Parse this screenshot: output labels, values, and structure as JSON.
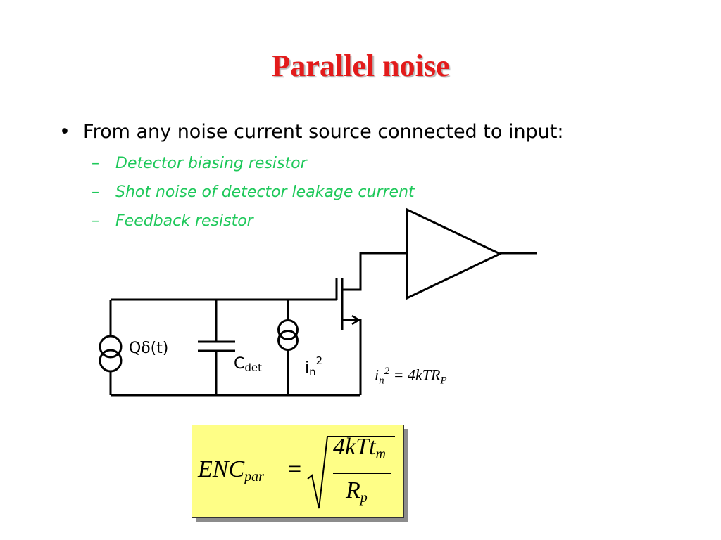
{
  "slide": {
    "title": "Parallel noise",
    "bullet": {
      "symbol": "•",
      "text": "From any noise current source connected to input:"
    },
    "sub_items": [
      {
        "dash": "–",
        "text": "Detector biasing resistor"
      },
      {
        "dash": "–",
        "text": "Shot noise of detector leakage current"
      },
      {
        "dash": "–",
        "text": "Feedback resistor"
      }
    ]
  },
  "circuit": {
    "labels": {
      "signal_q": "Q",
      "signal_delta": "δ",
      "signal_t": "(t)",
      "cdet_main": "C",
      "cdet_sub": "det",
      "in_main": "i",
      "in_sub": "n",
      "in_sup": "2"
    },
    "noise_formula": {
      "i": "i",
      "sub": "n",
      "sup": "2",
      "rest": " = 4kTR",
      "rest_sub": "P"
    }
  },
  "enc_formula": {
    "lhs": "ENC",
    "lhs_sub": "par",
    "equals": "=",
    "numerator": "4kTt",
    "numerator_sub": "m",
    "denominator": "R",
    "denominator_sub": "p"
  },
  "colors": {
    "title": "#e31b1b",
    "sub_items": "#1ec85a",
    "formula_box": "#fefe86"
  }
}
